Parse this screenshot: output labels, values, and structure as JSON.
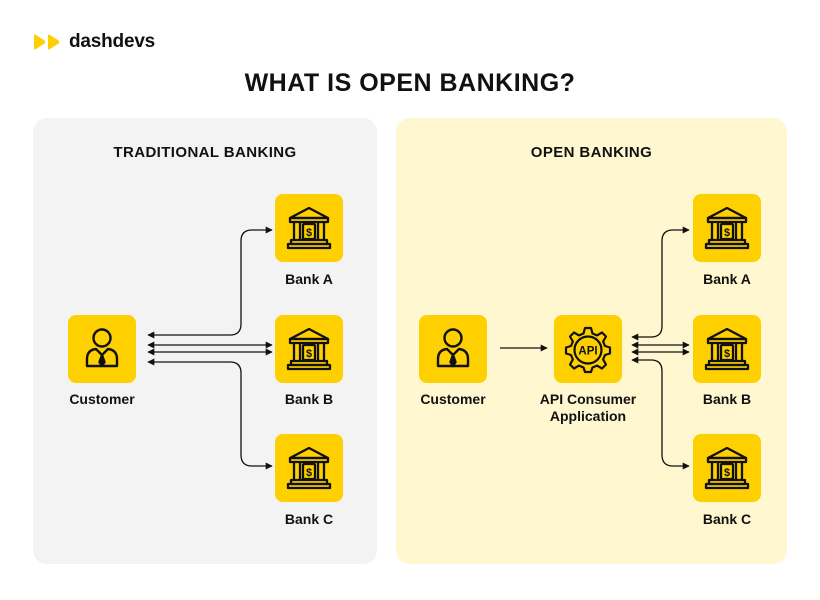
{
  "brand": {
    "name": "dashdevs",
    "color": "#fed000"
  },
  "title": "WHAT IS OPEN BANKING?",
  "panels": {
    "traditional": {
      "title": "TRADITIONAL BANKING",
      "customer_label": "Customer",
      "banks": [
        "Bank A",
        "Bank B",
        "Bank C"
      ]
    },
    "open": {
      "title": "OPEN BANKING",
      "customer_label": "Customer",
      "api_label_line1": "API Consumer",
      "api_label_line2": "Application",
      "api_icon_text": "API",
      "banks": [
        "Bank A",
        "Bank B",
        "Bank C"
      ]
    }
  },
  "icons": {
    "customer": "person-tie-icon",
    "bank": "bank-building-icon",
    "api": "api-gear-icon"
  },
  "colors": {
    "icon_fill": "#fed000",
    "traditional_bg": "#f3f3f3",
    "open_bg": "#fff7cf",
    "ink": "#111111"
  }
}
